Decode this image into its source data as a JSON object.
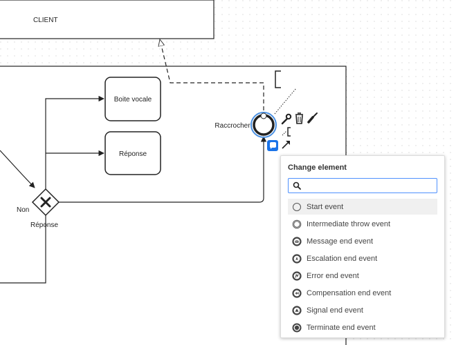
{
  "diagram": {
    "client_label": "CLIENT",
    "tasks": {
      "voicemail": "Boite vocale",
      "response": "Réponse"
    },
    "gateway_label": "Réponse",
    "flow_label_no": "Non",
    "event_label": "Raccrocher"
  },
  "menu": {
    "title": "Change element",
    "search_placeholder": "",
    "items": [
      {
        "label": "Start event",
        "icon": "start-event-icon"
      },
      {
        "label": "Intermediate throw event",
        "icon": "intermediate-throw-event-icon"
      },
      {
        "label": "Message end event",
        "icon": "message-end-event-icon"
      },
      {
        "label": "Escalation end event",
        "icon": "escalation-end-event-icon"
      },
      {
        "label": "Error end event",
        "icon": "error-end-event-icon"
      },
      {
        "label": "Compensation end event",
        "icon": "compensation-end-event-icon"
      },
      {
        "label": "Signal end event",
        "icon": "signal-end-event-icon"
      },
      {
        "label": "Terminate end event",
        "icon": "terminate-end-event-icon"
      }
    ]
  },
  "colors": {
    "selection": "#4a90e2",
    "comment_badge": "#1a73e8",
    "stroke": "#222222"
  }
}
